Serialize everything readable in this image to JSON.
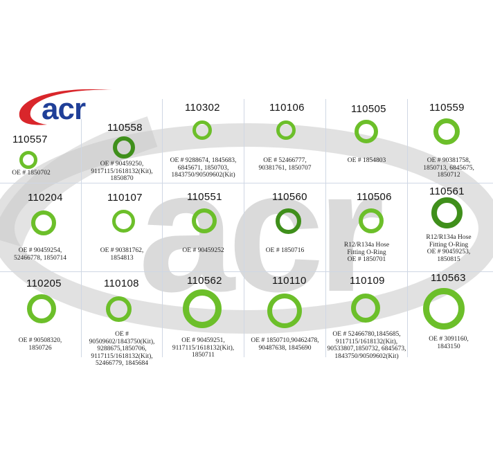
{
  "brand": {
    "logo_text": "acr",
    "logo_red": "#d9262b",
    "logo_blue": "#1f3f98",
    "watermark_text": "acr",
    "watermark_color": "#cfcfcf"
  },
  "ring_color": "#6cbf2a",
  "parts": [
    {
      "pn": "110557",
      "oe": "OE # 1850702"
    },
    {
      "pn": "110558",
      "oe": "OE # 90459250,\n9117115/1618132(Kit),\n1850870"
    },
    {
      "pn": "110302",
      "oe": "OE # 9288674, 1845683,\n6845671, 1850703,\n1843750/90509602(Kit)"
    },
    {
      "pn": "110106",
      "oe": "OE # 52466777,\n90381761, 1850707"
    },
    {
      "pn": "110505",
      "oe": "OE # 1854803"
    },
    {
      "pn": "110559",
      "oe": "OE # 90381758,\n1850713, 6845675,\n1850712"
    },
    {
      "pn": "110204",
      "oe": "OE # 90459254,\n52466778, 1850714"
    },
    {
      "pn": "110107",
      "oe": "OE # 90381762,\n1854813"
    },
    {
      "pn": "110551",
      "oe": "OE # 90459252"
    },
    {
      "pn": "110560",
      "oe": "OE # 1850716"
    },
    {
      "pn": "110506",
      "oe": "R12/R134a Hose\nFitting O-Ring\nOE # 1850701"
    },
    {
      "pn": "110561",
      "oe": "R12/R134a Hose\nFitting O-Ring\nOE # 90459253,\n1850815"
    },
    {
      "pn": "110205",
      "oe": "OE # 90508320,\n1850726"
    },
    {
      "pn": "110108",
      "oe": "OE # 90509602/1843750(Kit),\n9288675,1850706,\n9117115/1618132(Kit),\n52466779, 1845684"
    },
    {
      "pn": "110562",
      "oe": "OE # 90459251,\n9117115/1618132(Kit),\n1850711"
    },
    {
      "pn": "110110",
      "oe": "OE # 1850710,90462478,\n90487638, 1845690"
    },
    {
      "pn": "110109",
      "oe": "OE # 52466780,1845685,\n9117115/1618132(Kit),\n90533807,1850732, 6845673,\n1843750/90509602(Kit)"
    },
    {
      "pn": "110563",
      "oe": "OE # 3091160,\n1843150"
    }
  ]
}
